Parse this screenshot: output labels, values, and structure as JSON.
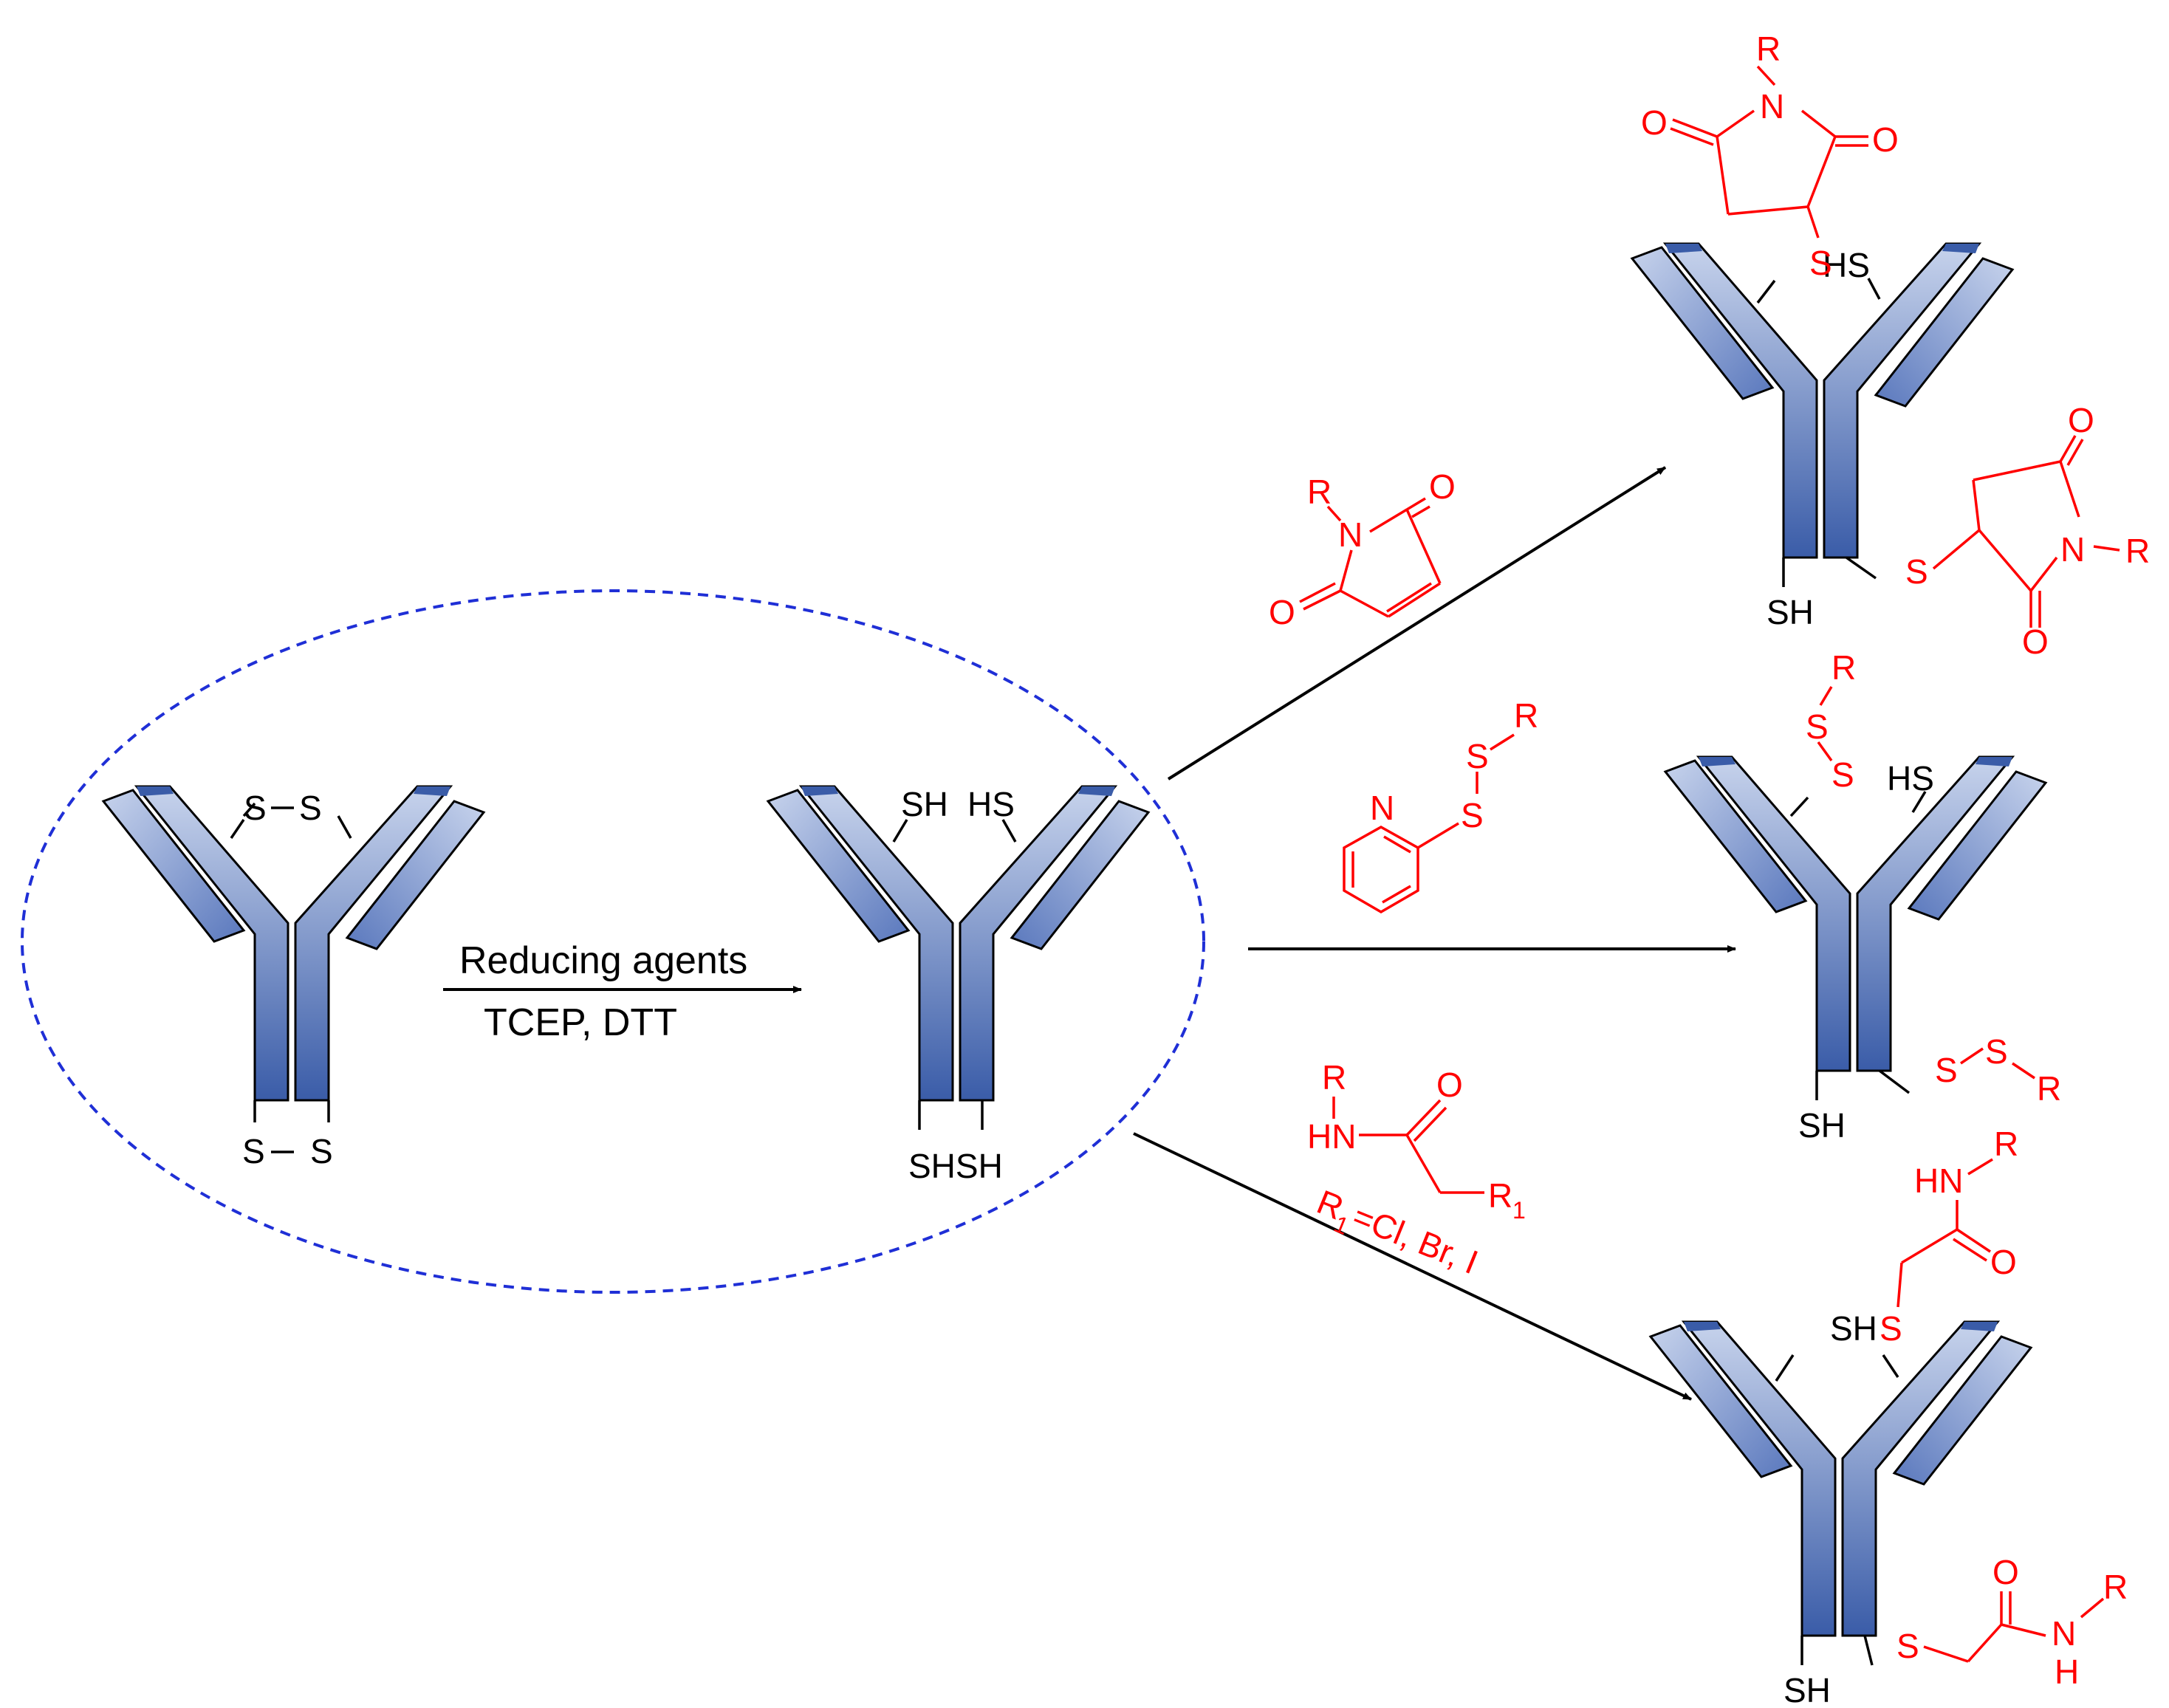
{
  "colors": {
    "antibody_dark": "#3a5ca8",
    "antibody_light": "#c7d3ec",
    "reagent": "#ff0000",
    "ellipse": "#1f2fd6",
    "text": "#000000"
  },
  "labels": {
    "S": "S",
    "SH": "SH",
    "HS": "HS",
    "SHSH": "SHSH",
    "O": "O",
    "N": "N",
    "R": "R",
    "HN": "HN",
    "NH_N": "N",
    "NH_H": "H",
    "R1_R": "R",
    "R1_sub": "1",
    "cond_line1": "Reducing agents",
    "cond_line2": "TCEP, DTT",
    "halide_R": "R",
    "halide_sub": "1",
    "halide_rest": "=Cl, Br, I"
  }
}
